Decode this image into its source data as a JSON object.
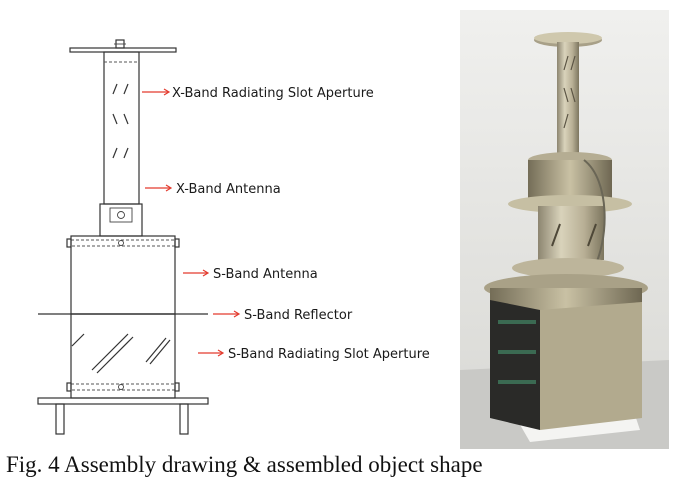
{
  "labels": {
    "x_slot": "X-Band Radiating Slot Aperture",
    "x_antenna": "X-Band Antenna",
    "s_antenna": "S-Band Antenna",
    "s_reflector": "S-Band Reflector",
    "s_slot": "S-Band Radiating Slot Aperture"
  },
  "caption": "Fig. 4 Assembly drawing & assembled object shape",
  "colors": {
    "arrow": "#e33b2e"
  }
}
